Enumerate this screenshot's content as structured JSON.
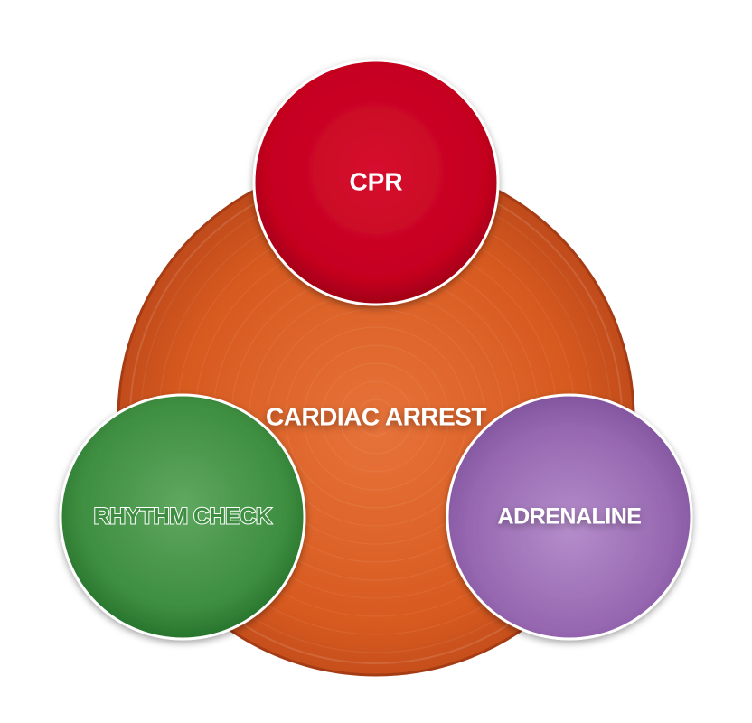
{
  "diagram": {
    "center": {
      "label": "CARDIAC ARREST",
      "color": "#D75A1F"
    },
    "nodes": [
      {
        "id": "cpr",
        "label": "CPR",
        "color": "#C4001F"
      },
      {
        "id": "rhythm-check",
        "label": "RHYTHM CHECK",
        "color": "#3E8E41"
      },
      {
        "id": "adrenaline",
        "label": "ADRENALINE",
        "color": "#9667B0"
      }
    ]
  }
}
